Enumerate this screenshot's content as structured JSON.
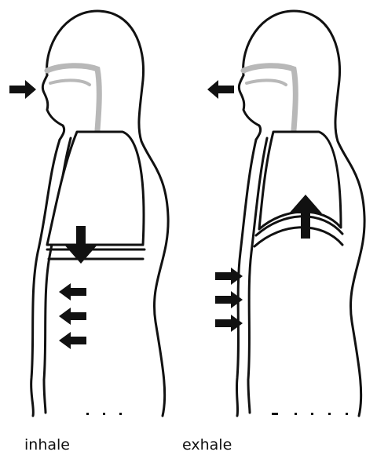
{
  "panels": [
    {
      "id": "inhale",
      "caption": "inhale"
    },
    {
      "id": "exhale",
      "caption": "exhale"
    }
  ],
  "colors": {
    "outline": "#111111",
    "airway": "#b8b8b8",
    "arrow": "#111111",
    "background": "#ffffff"
  },
  "icons": {
    "arrow": "arrow-icon"
  }
}
